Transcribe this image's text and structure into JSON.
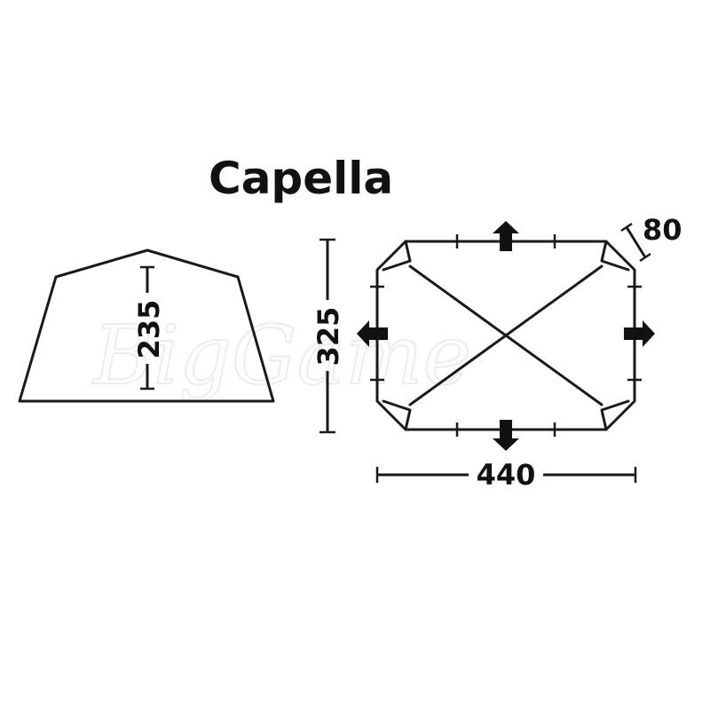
{
  "title": "Capella",
  "watermark": "BigGame",
  "dimensions": {
    "side_height": "235",
    "plan_depth": "325",
    "plan_width": "440",
    "awning": "80"
  },
  "colors": {
    "line": "#1a1a1a",
    "watermark": "#ececec"
  },
  "icons": [
    "arrow-up-icon",
    "arrow-down-icon",
    "arrow-left-icon",
    "arrow-right-icon"
  ]
}
